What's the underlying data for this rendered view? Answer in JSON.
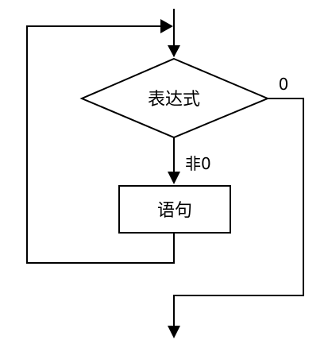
{
  "diagram": {
    "condition_label": "表达式",
    "statement_label": "语句",
    "nonzero_label": "非0",
    "zero_label": "0"
  },
  "colors": {
    "stroke": "#000000",
    "background": "#ffffff"
  }
}
